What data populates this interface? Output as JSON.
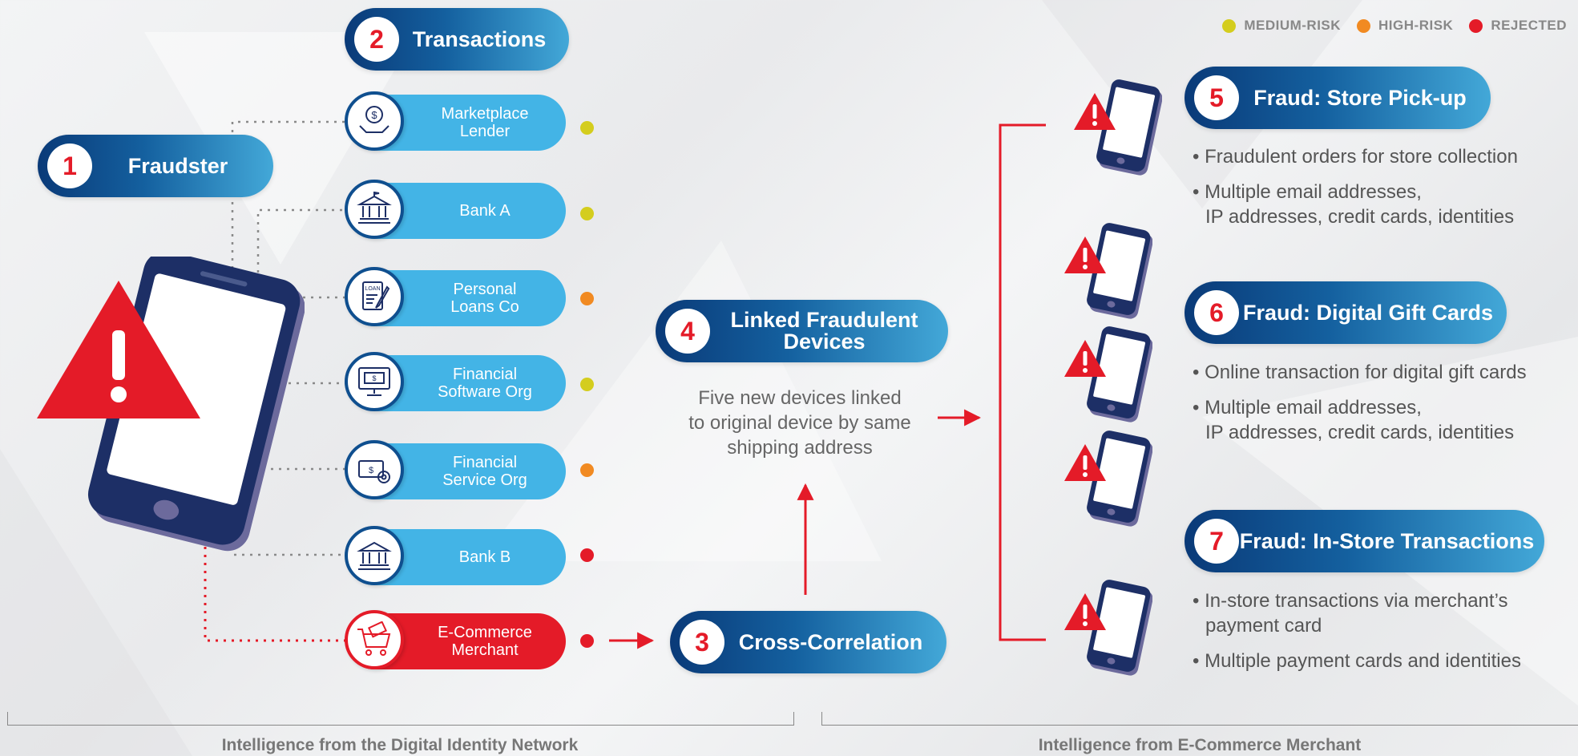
{
  "legend": [
    {
      "label": "MEDIUM-RISK",
      "color": "#d4cd1e"
    },
    {
      "label": "HIGH-RISK",
      "color": "#f18a22"
    },
    {
      "label": "REJECTED",
      "color": "#e41b28"
    }
  ],
  "steps": {
    "fraudster": {
      "num": "1",
      "label": "Fraudster"
    },
    "transactions": {
      "num": "2",
      "label": "Transactions"
    },
    "cross": {
      "num": "3",
      "label": "Cross-Correlation"
    },
    "linked": {
      "num": "4",
      "label_line1": "Linked Fraudulent",
      "label_line2": "Devices",
      "desc_line1": "Five new devices linked",
      "desc_line2": "to original device by same",
      "desc_line3": "shipping address"
    },
    "pickup": {
      "num": "5",
      "label": "Fraud: Store Pick-up",
      "b1": "Fraudulent orders for store collection",
      "b2a": "Multiple email addresses,",
      "b2b": "IP addresses, credit cards, identities"
    },
    "giftcards": {
      "num": "6",
      "label": "Fraud: Digital Gift Cards",
      "b1": "Online transaction for digital gift cards",
      "b2a": "Multiple email addresses,",
      "b2b": "IP addresses, credit cards, identities"
    },
    "instore": {
      "num": "7",
      "label": "Fraud: In-Store Transactions",
      "b1a": "In-store transactions via merchant’s",
      "b1b": "payment card",
      "b2": "Multiple payment cards and identities"
    }
  },
  "nodes": [
    {
      "line1": "Marketplace",
      "line2": "Lender",
      "risk": "medium-risk",
      "color": "#d4cd1e",
      "icon": "hands-dollar-icon"
    },
    {
      "line1": "Bank A",
      "line2": "",
      "risk": "medium-risk",
      "color": "#d4cd1e",
      "icon": "bank-icon"
    },
    {
      "line1": "Personal",
      "line2": "Loans Co",
      "risk": "high-risk",
      "color": "#f18a22",
      "icon": "loan-document-icon"
    },
    {
      "line1": "Financial",
      "line2": "Software Org",
      "risk": "medium-risk",
      "color": "#d4cd1e",
      "icon": "monitor-money-icon"
    },
    {
      "line1": "Financial",
      "line2": "Service Org",
      "risk": "high-risk",
      "color": "#f18a22",
      "icon": "cash-gear-icon"
    },
    {
      "line1": "Bank B",
      "line2": "",
      "risk": "rejected",
      "color": "#e41b28",
      "icon": "bank-icon"
    },
    {
      "line1": "E-Commerce",
      "line2": "Merchant",
      "risk": "rejected",
      "color": "#e41b28",
      "icon": "shopping-cart-card-icon"
    }
  ],
  "footer": {
    "left": "Intelligence from the Digital Identity Network",
    "right": "Intelligence from E-Commerce Merchant"
  },
  "colors": {
    "accent_red": "#e41b28",
    "navy": "#0a3a78",
    "light_blue": "#43b4e6"
  }
}
